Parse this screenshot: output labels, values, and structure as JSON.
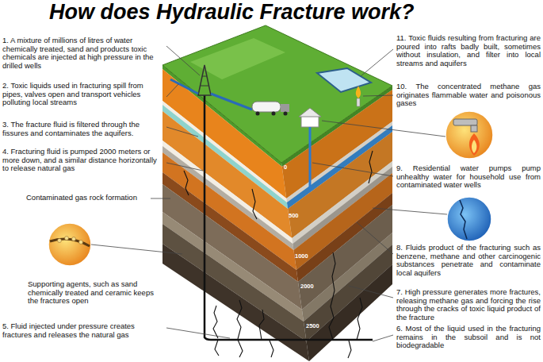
{
  "diagram": {
    "title": "How does Hydraulic Fracture work?",
    "labels": [
      "1. A mixture of millions of litres of water chemically treated, sand and products toxic chemicals are injected at high pressure in the drilled wells",
      "2. Toxic liquids used in fracturing spill from pipes, valves open and transport vehicles polluting local streams",
      "3. The fracture fluid is filtered through the fissures and contaminates the aquifers.",
      "4. Fracturing fluid is pumped 2000 meters or more down, and a similar distance horizontally to release natural gas",
      "Contaminated gas rock formation",
      "Supporting agents, such as sand chemically treated and ceramic keeps the fractures open",
      "5. Fluid injected under pressure creates fractures and releases the natural gas",
      "11. Toxic fluids resulting from fracturing are poured into rafts badly built, sometimes without insulation, and filter into local streams and aquifers",
      "10. The concentrated methane gas originates flammable water and poisonous gases",
      "9. Residential water pumps pump unhealthy water for household use from contaminated water wells",
      "8. Fluids product of the fracturing such as benzene, methane and other carcinogenic substances penetrate and contaminate local aquifers",
      "7. High pressure generates more fractures, releasing methane gas and forcing the rise through the cracks of toxic liquid product of the fracture",
      "6. Most of the liquid used in the fracturing remains in the subsoil and is not biodegradable",
      "0",
      "500",
      "1000",
      "2000",
      "2500"
    ]
  }
}
